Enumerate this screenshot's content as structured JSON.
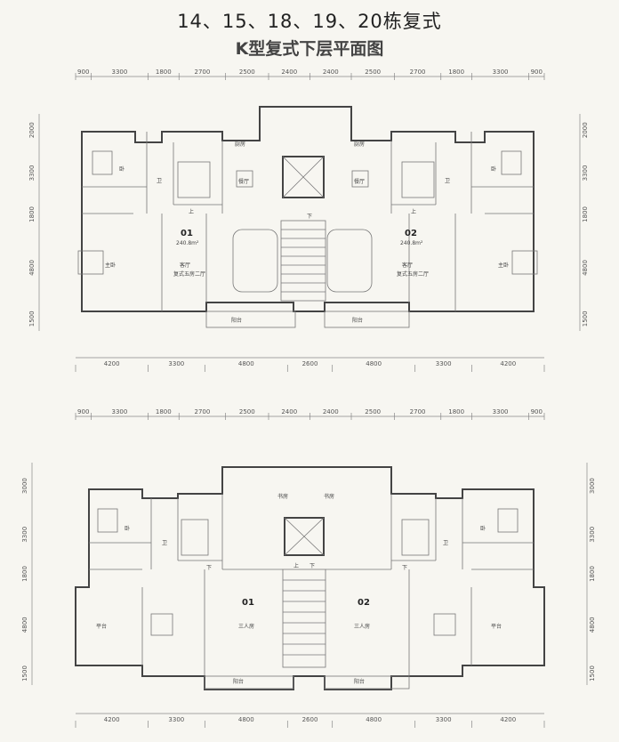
{
  "title": "14、15、18、19、20栋复式",
  "subtitle": "K型复式下层平面图",
  "upper_plan": {
    "top_dims": [
      "900",
      "3300",
      "1800",
      "2700",
      "2500",
      "2400",
      "2400",
      "2500",
      "2700",
      "1800",
      "3300",
      "900"
    ],
    "bottom_dims": [
      "4200",
      "3300",
      "4800",
      "2600",
      "4800",
      "3300",
      "4200"
    ],
    "left_dims": [
      "2000",
      "3300",
      "1800",
      "4800",
      "1500"
    ],
    "right_dims": [
      "2000",
      "3300",
      "1800",
      "4800",
      "1500"
    ],
    "unit_left": "01",
    "unit_right": "02",
    "unit_left_area": "240.8m²",
    "unit_right_area": "240.8m²",
    "unit_left_note1": "客厅",
    "unit_left_note2": "复式五房二厅",
    "unit_right_note1": "客厅",
    "unit_right_note2": "复式五房二厅",
    "room_kitchen": "厨房",
    "room_dining": "餐厅",
    "room_bed": "卧",
    "room_bath": "卫",
    "room_master": "主卧",
    "room_balcony": "阳台",
    "room_up": "上",
    "room_down": "下"
  },
  "lower_plan": {
    "top_dims": [
      "900",
      "3300",
      "1800",
      "2700",
      "2500",
      "2400",
      "2400",
      "2500",
      "2700",
      "1800",
      "3300",
      "900"
    ],
    "bottom_dims": [
      "4200",
      "3300",
      "4800",
      "2600",
      "4800",
      "3300",
      "4200"
    ],
    "left_dims": [
      "3000",
      "3300",
      "1800",
      "4800",
      "1500"
    ],
    "right_dims": [
      "3000",
      "3300",
      "1800",
      "4800",
      "1500"
    ],
    "unit_left": "01",
    "unit_right": "02",
    "room_left_master": "三人房",
    "room_right_master": "三人房",
    "room_terrace": "平台",
    "room_balcony": "阳台",
    "room_study": "书房",
    "room_bed": "卧",
    "room_bath": "卫",
    "room_up": "上",
    "room_down": "下"
  }
}
